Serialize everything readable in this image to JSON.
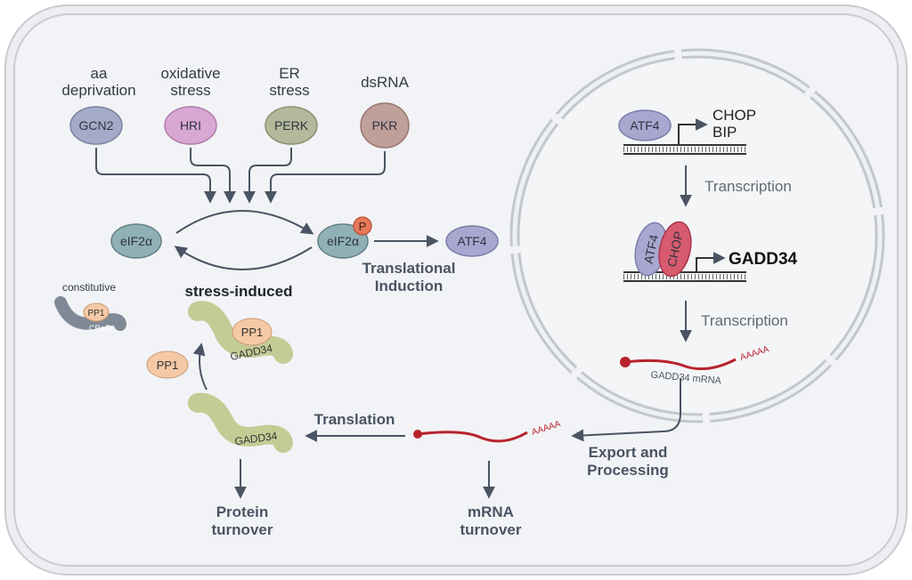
{
  "stressors": [
    {
      "label_line1": "aa",
      "label_line2": "deprivation",
      "kinase": "GCN2",
      "color": "#a4abc8"
    },
    {
      "label_line1": "oxidative",
      "label_line2": "stress",
      "kinase": "HRI",
      "color": "#d9a7d3"
    },
    {
      "label_line1": "ER",
      "label_line2": "stress",
      "kinase": "PERK",
      "color": "#b4b99b"
    },
    {
      "label_line1": "dsRNA",
      "label_line2": "",
      "kinase": "PKR",
      "color": "#bfa09a"
    }
  ],
  "cycle": {
    "left_node": "eIF2α",
    "right_node": "eIF2α",
    "phospho": "P",
    "atf4": "ATF4",
    "translational_line1": "Translational",
    "translational_line2": "Induction"
  },
  "phosphatases": {
    "constitutive_label": "constitutive",
    "pp1": "PP1",
    "crep": "CReP",
    "stress_label": "stress-induced",
    "gadd34": "GADD34",
    "free_pp1": "PP1"
  },
  "nucleus": {
    "atf4": "ATF4",
    "chop_line1": "CHOP",
    "chop_line2": "BIP",
    "transcription_1": "Transcription",
    "atf4_2": "ATF4",
    "chop": "CHOP",
    "gadd34_gene": "GADD34",
    "transcription_2": "Transcription",
    "mrna_tail": "AAAAA",
    "mrna_label": "GADD34 mRNA"
  },
  "cytoplasm": {
    "export_line1": "Export and",
    "export_line2": "Processing",
    "mrna_tail": "AAAAA",
    "translation": "Translation",
    "mrna_turnover_line1": "mRNA",
    "mrna_turnover_line2": "turnover",
    "gadd34": "GADD34",
    "protein_turnover_line1": "Protein",
    "protein_turnover_line2": "turnover"
  },
  "colors": {
    "membrane": "#c9ccd2",
    "cytoplasm_fill": "#f2f3f6",
    "arrow": "#4a5463",
    "mrna": "#b8232d",
    "eif2a": "#8fb0b5",
    "atf4": "#a8a7cf",
    "chop": "#d85a6e",
    "gadd34": "#c4cc95",
    "pp1": "#f6c9a6",
    "crep": "#808a96"
  }
}
